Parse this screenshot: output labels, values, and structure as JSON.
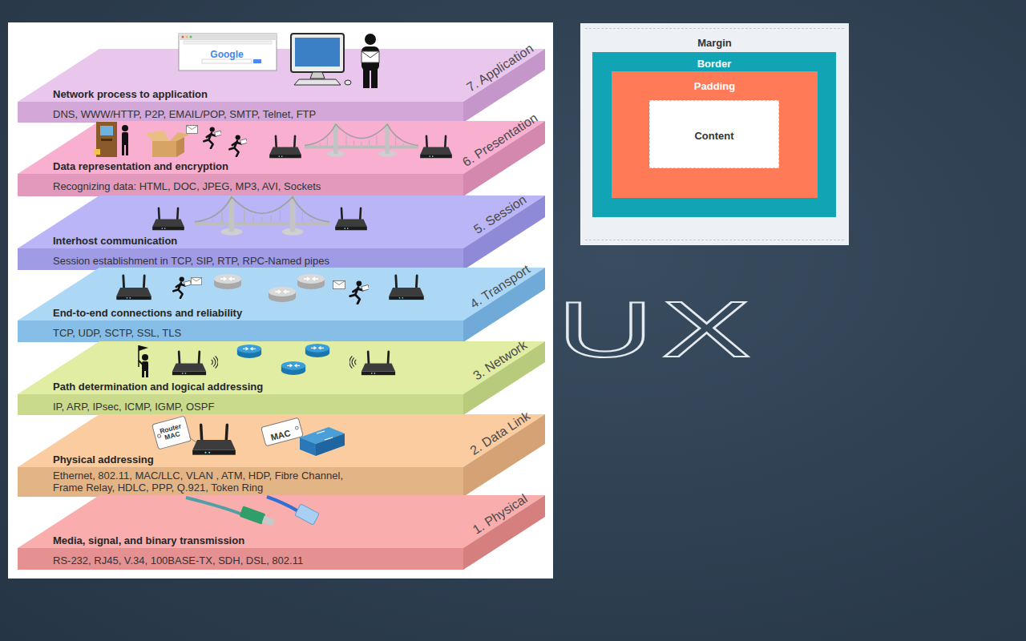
{
  "diagram": {
    "nodes": [
      {
        "text": [
          "Network process to application",
          "DNS, WWW/HTTP, P2P, EMAIL/POP, SMTP, Telnet, FTP",
          "7. Application"
        ]
      },
      {
        "text": [
          "Data representation and encryption",
          "Recognizing data: HTML, DOC, JPEG, MP3, AVI, Sockets",
          "6. Presentation"
        ]
      },
      {
        "text": [
          "Interhost communication",
          "Session establishment in TCP, SIP, RTP, RPC-Named pipes",
          "5. Session"
        ]
      },
      {
        "text": [
          "End-to-end connections and reliability",
          "TCP, UDP, SCTP, SSL, TLS",
          "4. Transport"
        ]
      },
      {
        "text": [
          "Path determination and logical addressing",
          "IP, ARP, IPsec, ICMP, IGMP, OSPF",
          "3. Network"
        ]
      },
      {
        "text": [
          "Physical addressing",
          "Ethernet, 802.11, MAC/LLC, VLAN , ATM, HDP, Fibre Channel, Frame Relay, HDLC, PPP, Q.921, Token Ring",
          "2. Data Link"
        ]
      },
      {
        "text": [
          "Media, signal, and binary transmission",
          "RS-232, RJ45, V.34, 100BASE-TX, SDH, DSL, 802.11",
          "1. Physical"
        ]
      },
      {
        "text": [
          "Margin"
        ]
      },
      {
        "text": [
          "Border"
        ],
        "in": 7
      },
      {
        "text": [
          "Padding"
        ],
        "in": 8
      },
      {
        "text": [
          "Content"
        ],
        "in": 9
      }
    ],
    "labels": [
      "Google",
      "Router MAC",
      "MAC",
      "UX"
    ]
  }
}
